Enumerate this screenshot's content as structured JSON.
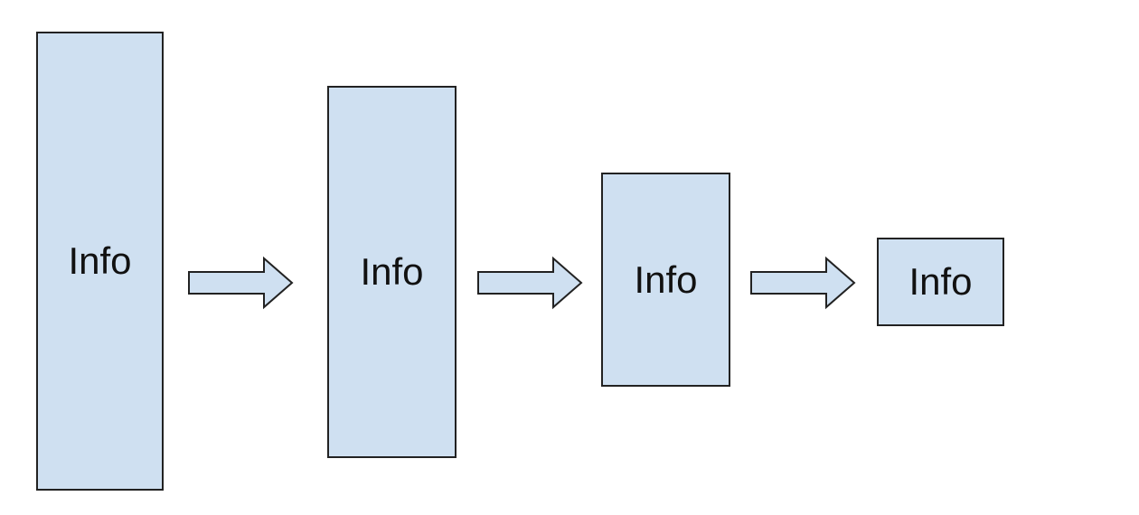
{
  "diagram": {
    "boxes": [
      {
        "label": "Info"
      },
      {
        "label": "Info"
      },
      {
        "label": "Info"
      },
      {
        "label": "Info"
      }
    ],
    "arrows": [
      {
        "from": 0,
        "to": 1
      },
      {
        "from": 1,
        "to": 2
      },
      {
        "from": 2,
        "to": 3
      }
    ],
    "colors": {
      "box_fill": "#cfe0f1",
      "stroke": "#222222",
      "text": "#111111",
      "background": "#ffffff"
    }
  }
}
